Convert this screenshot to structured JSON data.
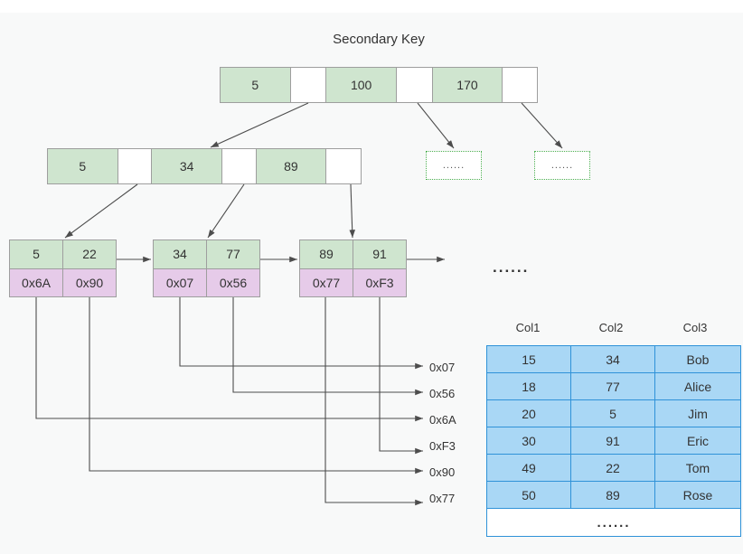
{
  "title": "Secondary Key",
  "colors": {
    "key_fill": "#cfe5cf",
    "pointer_fill": "#ffffff",
    "leaf_pointer_fill": "#e6cbe9",
    "table_fill": "#a9d7f5",
    "table_border": "#2f92d8",
    "node_border": "#9e9e9e",
    "dotted_border": "#4caf50",
    "background": "#f8f9f9"
  },
  "root": {
    "cells": [
      {
        "type": "key",
        "label": "5"
      },
      {
        "type": "pointer",
        "label": ""
      },
      {
        "type": "key",
        "label": "100"
      },
      {
        "type": "pointer",
        "label": ""
      },
      {
        "type": "key",
        "label": "170"
      },
      {
        "type": "pointer",
        "label": ""
      }
    ]
  },
  "internal": {
    "cells": [
      {
        "type": "key",
        "label": "5"
      },
      {
        "type": "pointer",
        "label": ""
      },
      {
        "type": "key",
        "label": "34"
      },
      {
        "type": "pointer",
        "label": ""
      },
      {
        "type": "key",
        "label": "89"
      },
      {
        "type": "pointer",
        "label": ""
      }
    ]
  },
  "placeholders": [
    {
      "label": "......"
    },
    {
      "label": "......"
    }
  ],
  "leaves": [
    {
      "keys": [
        "5",
        "22"
      ],
      "pointers": [
        "0x6A",
        "0x90"
      ]
    },
    {
      "keys": [
        "34",
        "77"
      ],
      "pointers": [
        "0x07",
        "0x56"
      ]
    },
    {
      "keys": [
        "89",
        "91"
      ],
      "pointers": [
        "0x77",
        "0xF3"
      ]
    }
  ],
  "leaf_chain_ellipsis": "......",
  "addresses": [
    {
      "label": "0x07"
    },
    {
      "label": "0x56"
    },
    {
      "label": "0x6A"
    },
    {
      "label": "0xF3"
    },
    {
      "label": "0x90"
    },
    {
      "label": "0x77"
    }
  ],
  "table": {
    "headers": [
      "Col1",
      "Col2",
      "Col3"
    ],
    "rows": [
      [
        "15",
        "34",
        "Bob"
      ],
      [
        "18",
        "77",
        "Alice"
      ],
      [
        "20",
        "5",
        "Jim"
      ],
      [
        "30",
        "91",
        "Eric"
      ],
      [
        "49",
        "22",
        "Tom"
      ],
      [
        "50",
        "89",
        "Rose"
      ]
    ],
    "more_label": "......"
  }
}
